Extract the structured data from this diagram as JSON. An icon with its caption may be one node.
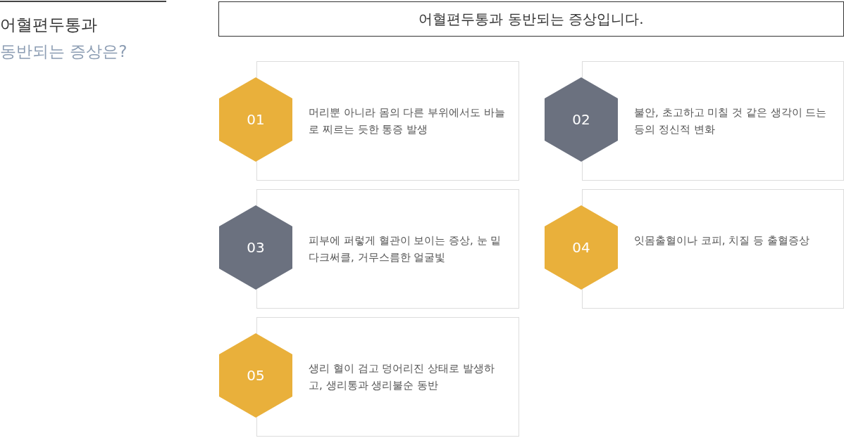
{
  "diagram": {
    "title": "어혈편두통과",
    "labels": [
      "동반되는 증상은?"
    ],
    "nodes": [
      {
        "text": [
          "어혈편두통과 동반되는 증상입니다."
        ]
      },
      {
        "text": [
          "01"
        ]
      },
      {
        "text": [
          "머리뿐 아니라 몸의 다른 부위에서도 바늘로 찌르는 듯한 통증 발생"
        ]
      },
      {
        "text": [
          "02"
        ]
      },
      {
        "text": [
          "불안, 초고하고 미칠 것 같은 생각이 드는 등의 정신적 변화"
        ]
      },
      {
        "text": [
          "03"
        ]
      },
      {
        "text": [
          "피부에 퍼렇게 혈관이 보이는 증상, 눈 밑 다크써클, 거무스름한 얼굴빛"
        ]
      },
      {
        "text": [
          "04"
        ]
      },
      {
        "text": [
          "잇몸출혈이나 코피, 치질 등 출혈증상"
        ]
      },
      {
        "text": [
          "05"
        ]
      },
      {
        "text": [
          "생리 혈이 검고 덩어리진 상태로 발생하고, 생리통과 생리불순 동반"
        ]
      }
    ]
  }
}
